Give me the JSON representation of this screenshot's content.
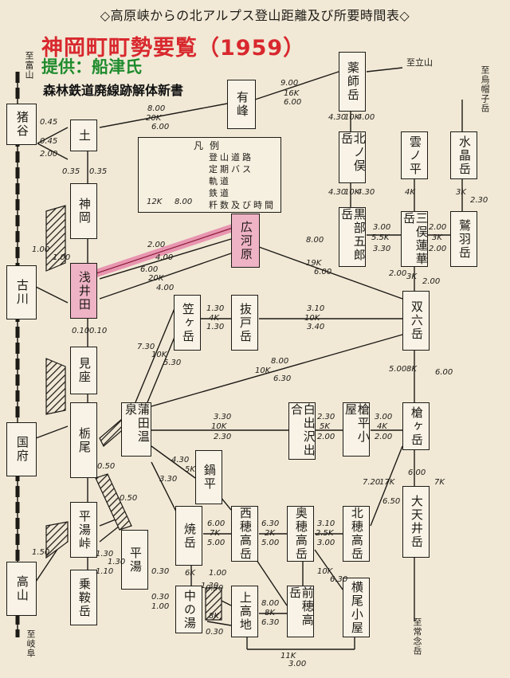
{
  "header": {
    "main_title": "◇高原峡からの北アルプス登山距離及び所要時間表◇",
    "red_title": "神岡町町勢要覧（1959）",
    "provider": "提供：船津氏",
    "subtitle": "森林鉄道廃線跡解体新書"
  },
  "legend": {
    "title": "凡例",
    "rows": [
      "登山道路",
      "定期バス",
      "軌道",
      "鉄道",
      "粁数及び時間"
    ],
    "sample_dist": "12K",
    "sample_time": "8.00"
  },
  "destinations": {
    "toyama": "至富山",
    "gifu": "至岐阜",
    "tateyama": "至立山",
    "eboshi": "至烏帽子岳",
    "jonen": "至常念岳"
  },
  "nodes": {
    "inotani": "猪谷",
    "furukawa": "古川",
    "kokufu": "国府",
    "takayama": "高山",
    "tsuchi": "土",
    "kamioka": "神岡",
    "asaida": "浅井田",
    "mizaru": "見座",
    "tochio": "栃尾",
    "hirayu_toge": "平湯峠",
    "norikura": "乗鞍岳",
    "arimine": "有峰",
    "hirogawara": "広河原",
    "kasagatake": "笠ヶ岳",
    "nukedo": "抜戸岳",
    "gamata": "蒲田温泉",
    "kamasaki": "鍋平",
    "yakedake": "焼岳",
    "hirayu": "平湯",
    "nakanoyu": "中の湯",
    "kamikochi": "上高地",
    "nishiho": "西穂高岳",
    "okuho": "奥穂高岳",
    "maeho": "前穂高岳",
    "kitaho": "北穂高岳",
    "yokoo": "横尾小屋",
    "shirade": "白出沢出合",
    "yaridaira": "槍平小屋",
    "yari": "槍ヶ岳",
    "daitenjo": "大天井岳",
    "sugoroku": "双六岳",
    "yakushi": "薬師岳",
    "kitanomata": "北ノ俣岳",
    "kurobe": "黒部五郎岳",
    "kumonotaira": "雲ノ平",
    "mitsumata": "三俣蓮華岳",
    "suisho": "水晶岳",
    "washiba": "鷲羽岳"
  },
  "edges": [
    {
      "id": "e01",
      "t1": "9.00",
      "d": "16K",
      "t2": "6.00"
    },
    {
      "id": "e02",
      "t1": "8.00",
      "d": "20K",
      "t2": "6.00"
    },
    {
      "id": "e03",
      "t1": "2.00",
      "d": "4.00",
      "t2": ""
    },
    {
      "id": "e04",
      "t1": "6.00",
      "d": "20K",
      "t2": "4.00"
    },
    {
      "id": "e05",
      "t1": "1.30",
      "d": "4K",
      "t2": "1.30"
    },
    {
      "id": "e06",
      "t1": "3.10",
      "d": "10K",
      "t2": "3.40"
    },
    {
      "id": "e07",
      "t1": "8.00",
      "d": "19K",
      "t2": "6.00"
    },
    {
      "id": "e08",
      "t1": "8.00",
      "d": "10K",
      "t2": "6.30"
    },
    {
      "id": "e09",
      "t1": "3.30",
      "d": "10K",
      "t2": "2.30"
    },
    {
      "id": "e10",
      "t1": "2.30",
      "d": "5K",
      "t2": "2.00"
    },
    {
      "id": "e11",
      "t1": "3.00",
      "d": "4K",
      "t2": "2.00"
    },
    {
      "id": "e12",
      "t1": "3.00",
      "d": "5.5K",
      "t2": "3.30"
    },
    {
      "id": "e13",
      "t1": "2.00",
      "d": "3K",
      "t2": "2.00"
    },
    {
      "id": "e14",
      "t1": "4.30",
      "d": "10K",
      "t2": "4.00"
    },
    {
      "id": "e15",
      "t1": "4.30",
      "d": "10K",
      "t2": "4.30"
    },
    {
      "id": "e16",
      "t1": "4K",
      "d": "",
      "t2": ""
    },
    {
      "id": "e17",
      "t1": "3K",
      "d": "2.30",
      "t2": ""
    },
    {
      "id": "e18",
      "t1": "2.00",
      "d": "3K",
      "t2": "2.00"
    },
    {
      "id": "e19",
      "t1": "5.00",
      "d": "8K",
      "t2": "6.00"
    },
    {
      "id": "e20",
      "t1": "7.20",
      "d": "17K",
      "t2": "6.50"
    },
    {
      "id": "e21",
      "t1": "6.00",
      "d": "7K",
      "t2": ""
    },
    {
      "id": "e22",
      "t1": "7.30",
      "d": "10K",
      "t2": "5.30"
    },
    {
      "id": "e23",
      "t1": "4.30",
      "d": "5K",
      "t2": "3.30"
    },
    {
      "id": "e24",
      "t1": "6.30",
      "d": "2K",
      "t2": "5.00"
    },
    {
      "id": "e25",
      "t1": "3.10",
      "d": "2.5K",
      "t2": "3.00"
    },
    {
      "id": "e26",
      "t1": "6.00",
      "d": "7K",
      "t2": "5.00"
    },
    {
      "id": "e27",
      "t1": "8.00",
      "d": "8K",
      "t2": "6.30"
    },
    {
      "id": "e28",
      "t1": "10K",
      "d": "6.30",
      "t2": ""
    },
    {
      "id": "e29",
      "t1": "11K",
      "d": "3.00",
      "t2": ""
    },
    {
      "id": "e30",
      "t1": "0.45",
      "d": "0.45",
      "t2": "2.00"
    },
    {
      "id": "e31",
      "t1": "0.35",
      "d": "0.35",
      "t2": ""
    },
    {
      "id": "e32",
      "t1": "1.00",
      "d": "1.00",
      "t2": ""
    },
    {
      "id": "e33",
      "t1": "0.10",
      "d": "0.10",
      "t2": ""
    },
    {
      "id": "e34",
      "t1": "0.50",
      "d": "0.50",
      "t2": "1.50"
    },
    {
      "id": "e35",
      "t1": "1.30",
      "d": "1.30",
      "t2": "1.10"
    },
    {
      "id": "e36",
      "t1": "0.30",
      "d": "0.30",
      "t2": "1.00"
    },
    {
      "id": "e37",
      "t1": "6K",
      "d": "1.30",
      "t2": "1.00"
    },
    {
      "id": "e38",
      "t1": "0.30",
      "d": "8K",
      "t2": "0.30"
    }
  ]
}
